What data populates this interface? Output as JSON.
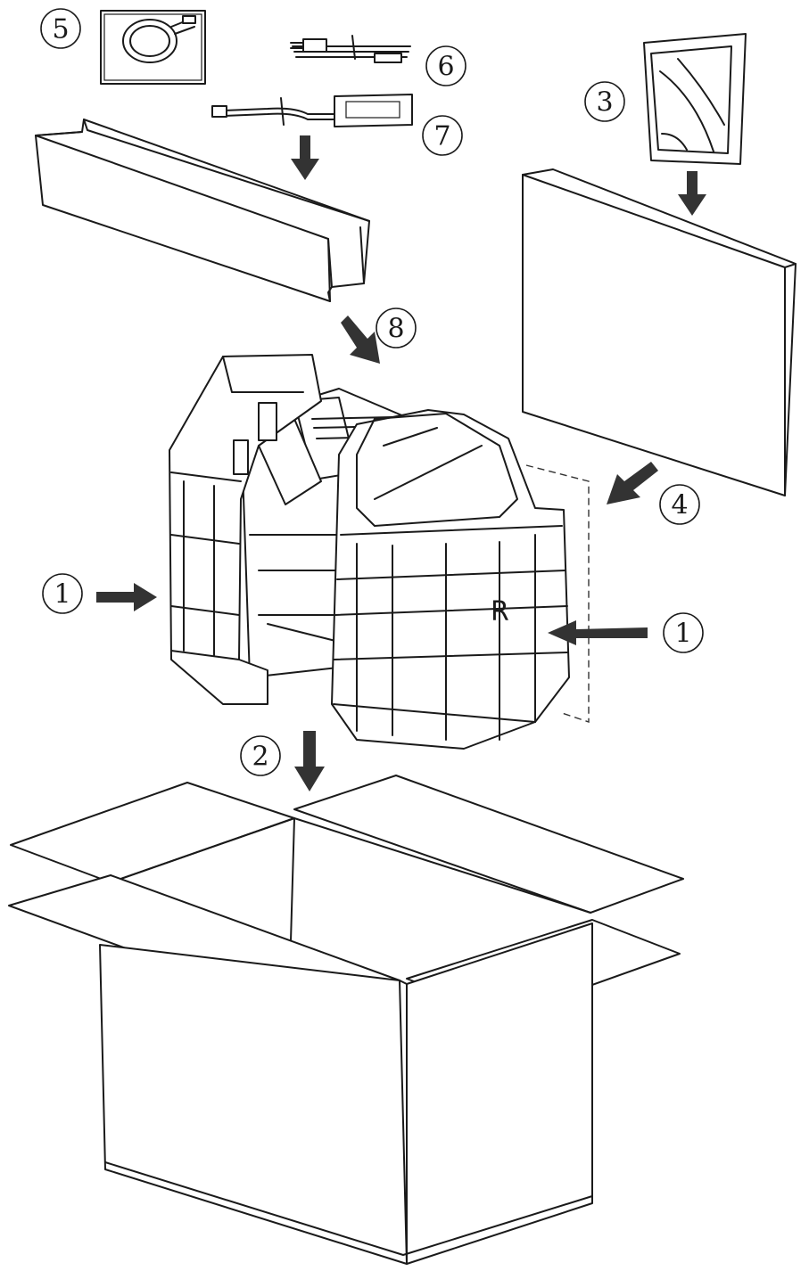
{
  "callouts": [
    {
      "id": "1-left",
      "text": "1"
    },
    {
      "id": "1-right",
      "text": "1"
    },
    {
      "id": "2",
      "text": "2"
    },
    {
      "id": "3",
      "text": "3"
    },
    {
      "id": "4",
      "text": "4"
    },
    {
      "id": "5",
      "text": "5"
    },
    {
      "id": "6",
      "text": "6"
    },
    {
      "id": "7",
      "text": "7"
    },
    {
      "id": "8",
      "text": "8"
    }
  ],
  "cushion_mark": "R",
  "colors": {
    "line": "#1a1a1a",
    "arrow": "#333333",
    "background": "#ffffff"
  }
}
